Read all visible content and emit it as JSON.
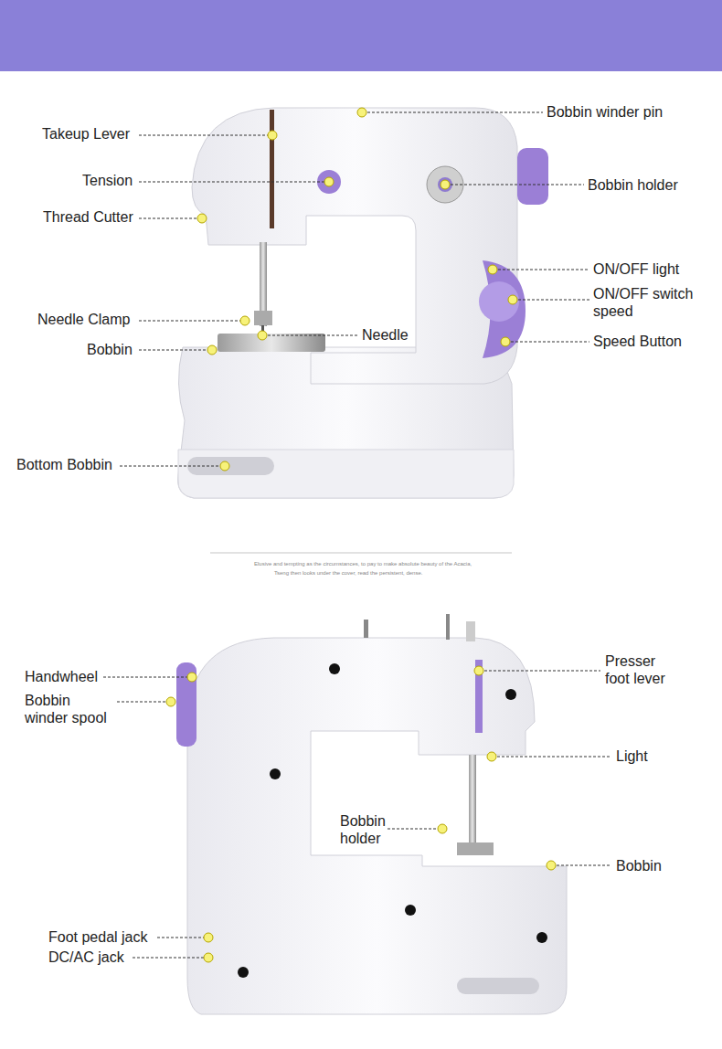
{
  "diagram": {
    "labels": [
      "Takeup Lever",
      "Tension",
      "Thread Cutter",
      "Needle Clamp",
      "Bobbin",
      "Bottom Bobbin",
      "Bobbin winder pin",
      "Bobbin holder",
      "Needle",
      "ON/OFF light",
      "ON/OFF switch speed",
      "Speed Button",
      "Elusive and tempting as the circumstances, to pay to make absolute beauty of the Acacia,",
      "Tseng then looks under the cover, read the persistent, dense.",
      "Handwheel",
      "Bobbin winder spool",
      "Presser foot lever",
      "Light",
      "Bobbin holder",
      "Bobbin",
      "Foot pedal jack",
      "DC/AC jack"
    ]
  }
}
